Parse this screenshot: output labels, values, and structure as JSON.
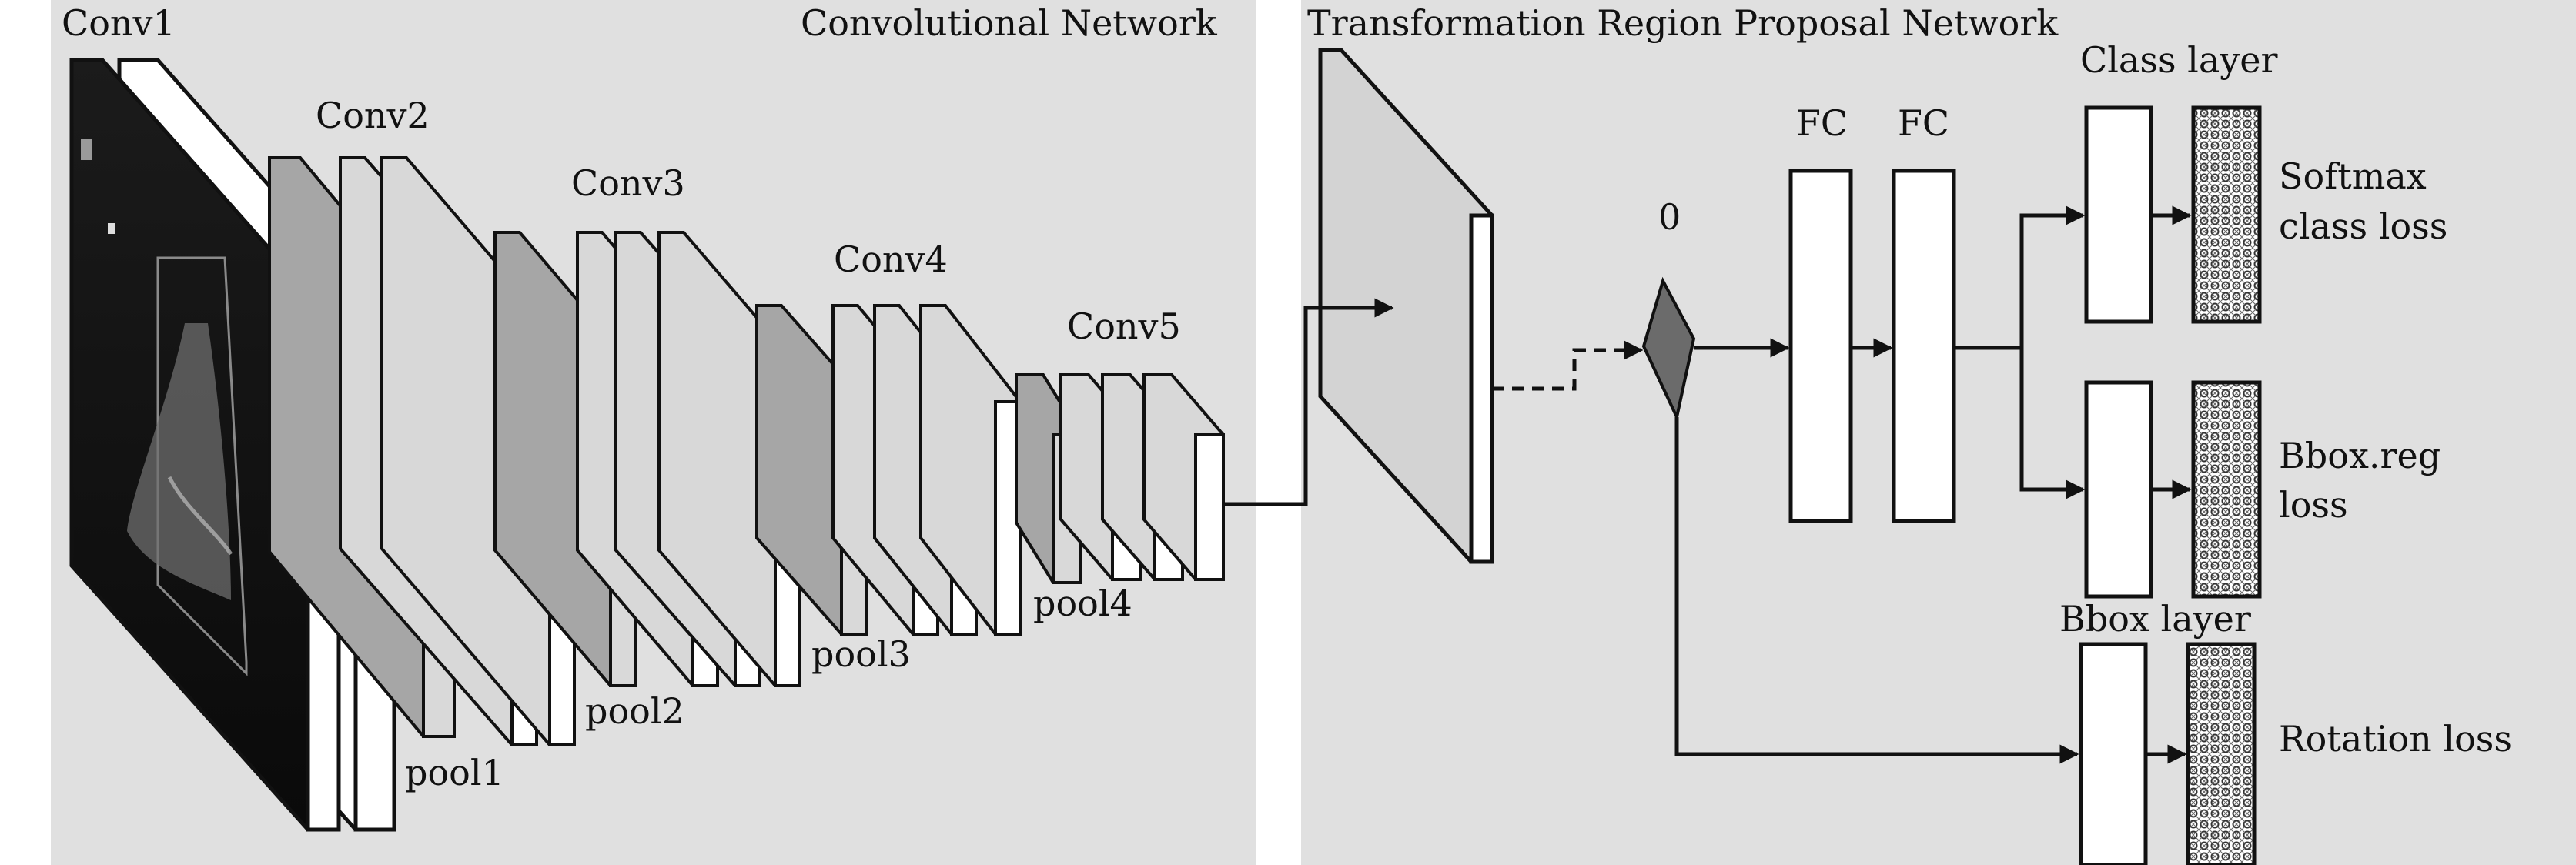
{
  "panels": {
    "left_title": "Convolutional Network",
    "right_title": "Transformation Region Proposal Network"
  },
  "conv_labels": [
    "Conv1",
    "Conv2",
    "Conv3",
    "Conv4",
    "Conv5"
  ],
  "pool_labels": [
    "pool1",
    "pool2",
    "pool3",
    "pool4"
  ],
  "theta_label": "0",
  "fc_labels": [
    "FC",
    "FC"
  ],
  "head_labels": {
    "class_layer": "Class layer",
    "bbox_layer": "Bbox layer"
  },
  "loss_labels": {
    "softmax_line1": "Softmax",
    "softmax_line2": "class loss",
    "bbox_line1": "Bbox.reg",
    "bbox_line2": "loss",
    "rotation": "Rotation loss"
  },
  "colors": {
    "panel_bg": "#e0e0e0",
    "page_bg": "#ffffff",
    "line": "#111111",
    "conv_face": "#ffffff",
    "pool_face": "#a6a6a6",
    "plane_face": "#d3d3d3",
    "theta_fill": "#6b6b6b"
  }
}
